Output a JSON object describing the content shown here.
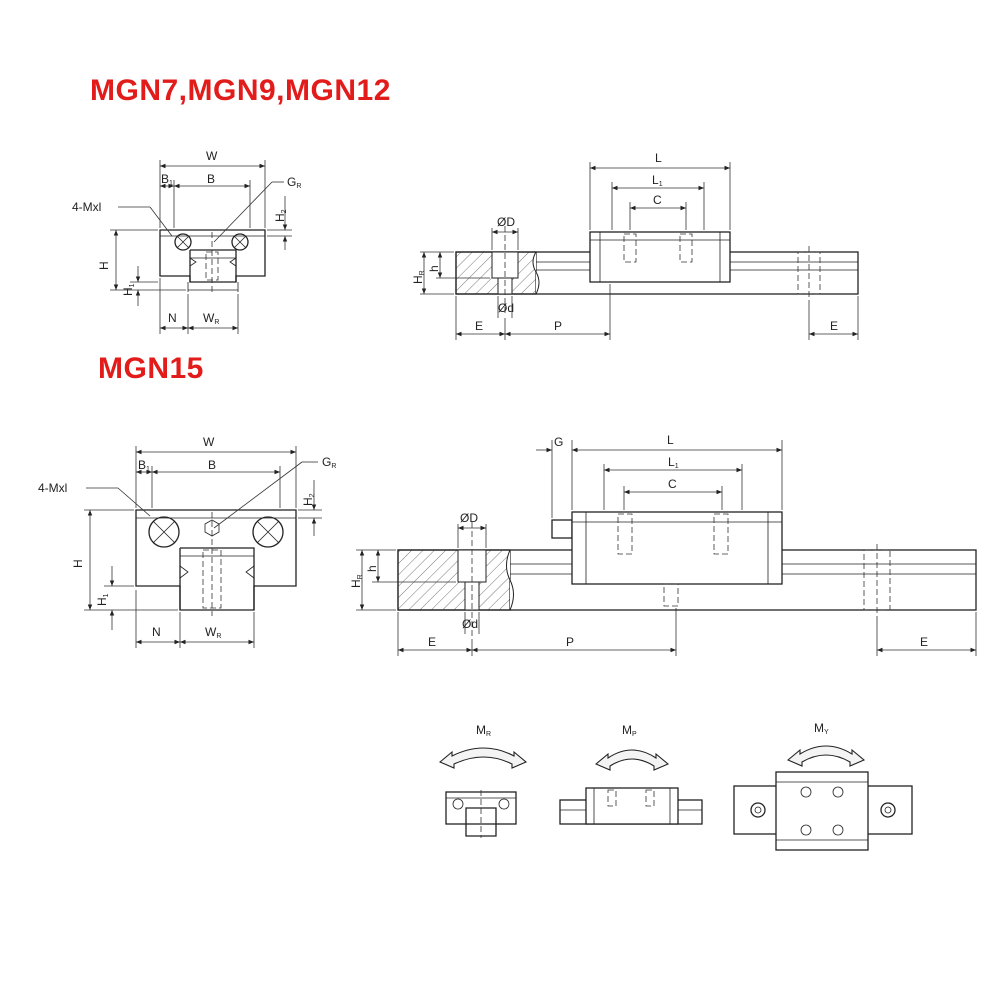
{
  "headings": {
    "group1": "MGN7,MGN9,MGN12",
    "group2": "MGN15"
  },
  "dims": {
    "W": "W",
    "B1": "B",
    "B1_sub": "1",
    "B": "B",
    "GR": "G",
    "GR_sub": "R",
    "mxl": "4-Mxl",
    "H": "H",
    "H1": "H",
    "H1_sub": "1",
    "H2": "H",
    "H2_sub": "2",
    "N": "N",
    "WR": "W",
    "WR_sub": "R",
    "L": "L",
    "L1": "L",
    "L1_sub": "1",
    "C": "C",
    "D": "ØD",
    "d": "Ød",
    "h": "h",
    "HR": "H",
    "HR_sub": "R",
    "E": "E",
    "P": "P",
    "G": "G"
  },
  "moments": {
    "MR": "M",
    "MR_sub": "R",
    "MP": "M",
    "MP_sub": "P",
    "MY": "M",
    "MY_sub": "Y"
  },
  "icons": [
    "roll-moment-arrow-icon",
    "pitch-moment-arrow-icon",
    "yaw-moment-arrow-icon"
  ]
}
